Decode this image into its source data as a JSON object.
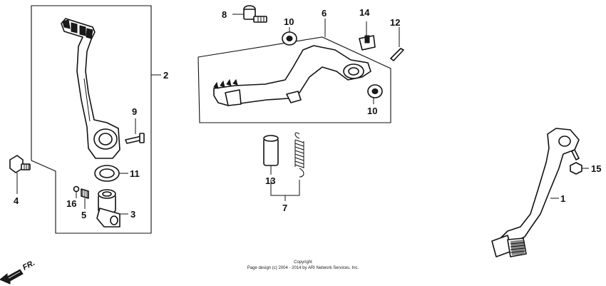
{
  "callouts": {
    "c1": "1",
    "c2": "2",
    "c3": "3",
    "c4": "4",
    "c5": "5",
    "c6": "6",
    "c7": "7",
    "c8": "8",
    "c9": "9",
    "c10a": "10",
    "c10b": "10",
    "c11": "11",
    "c12": "12",
    "c13": "13",
    "c14": "14",
    "c15": "15",
    "c16": "16"
  },
  "direction_label": "FR.",
  "copyright": {
    "line1": "Copyright",
    "line2": "Page design (c) 2004 - 2014 by ARI Network Services, Inc."
  }
}
